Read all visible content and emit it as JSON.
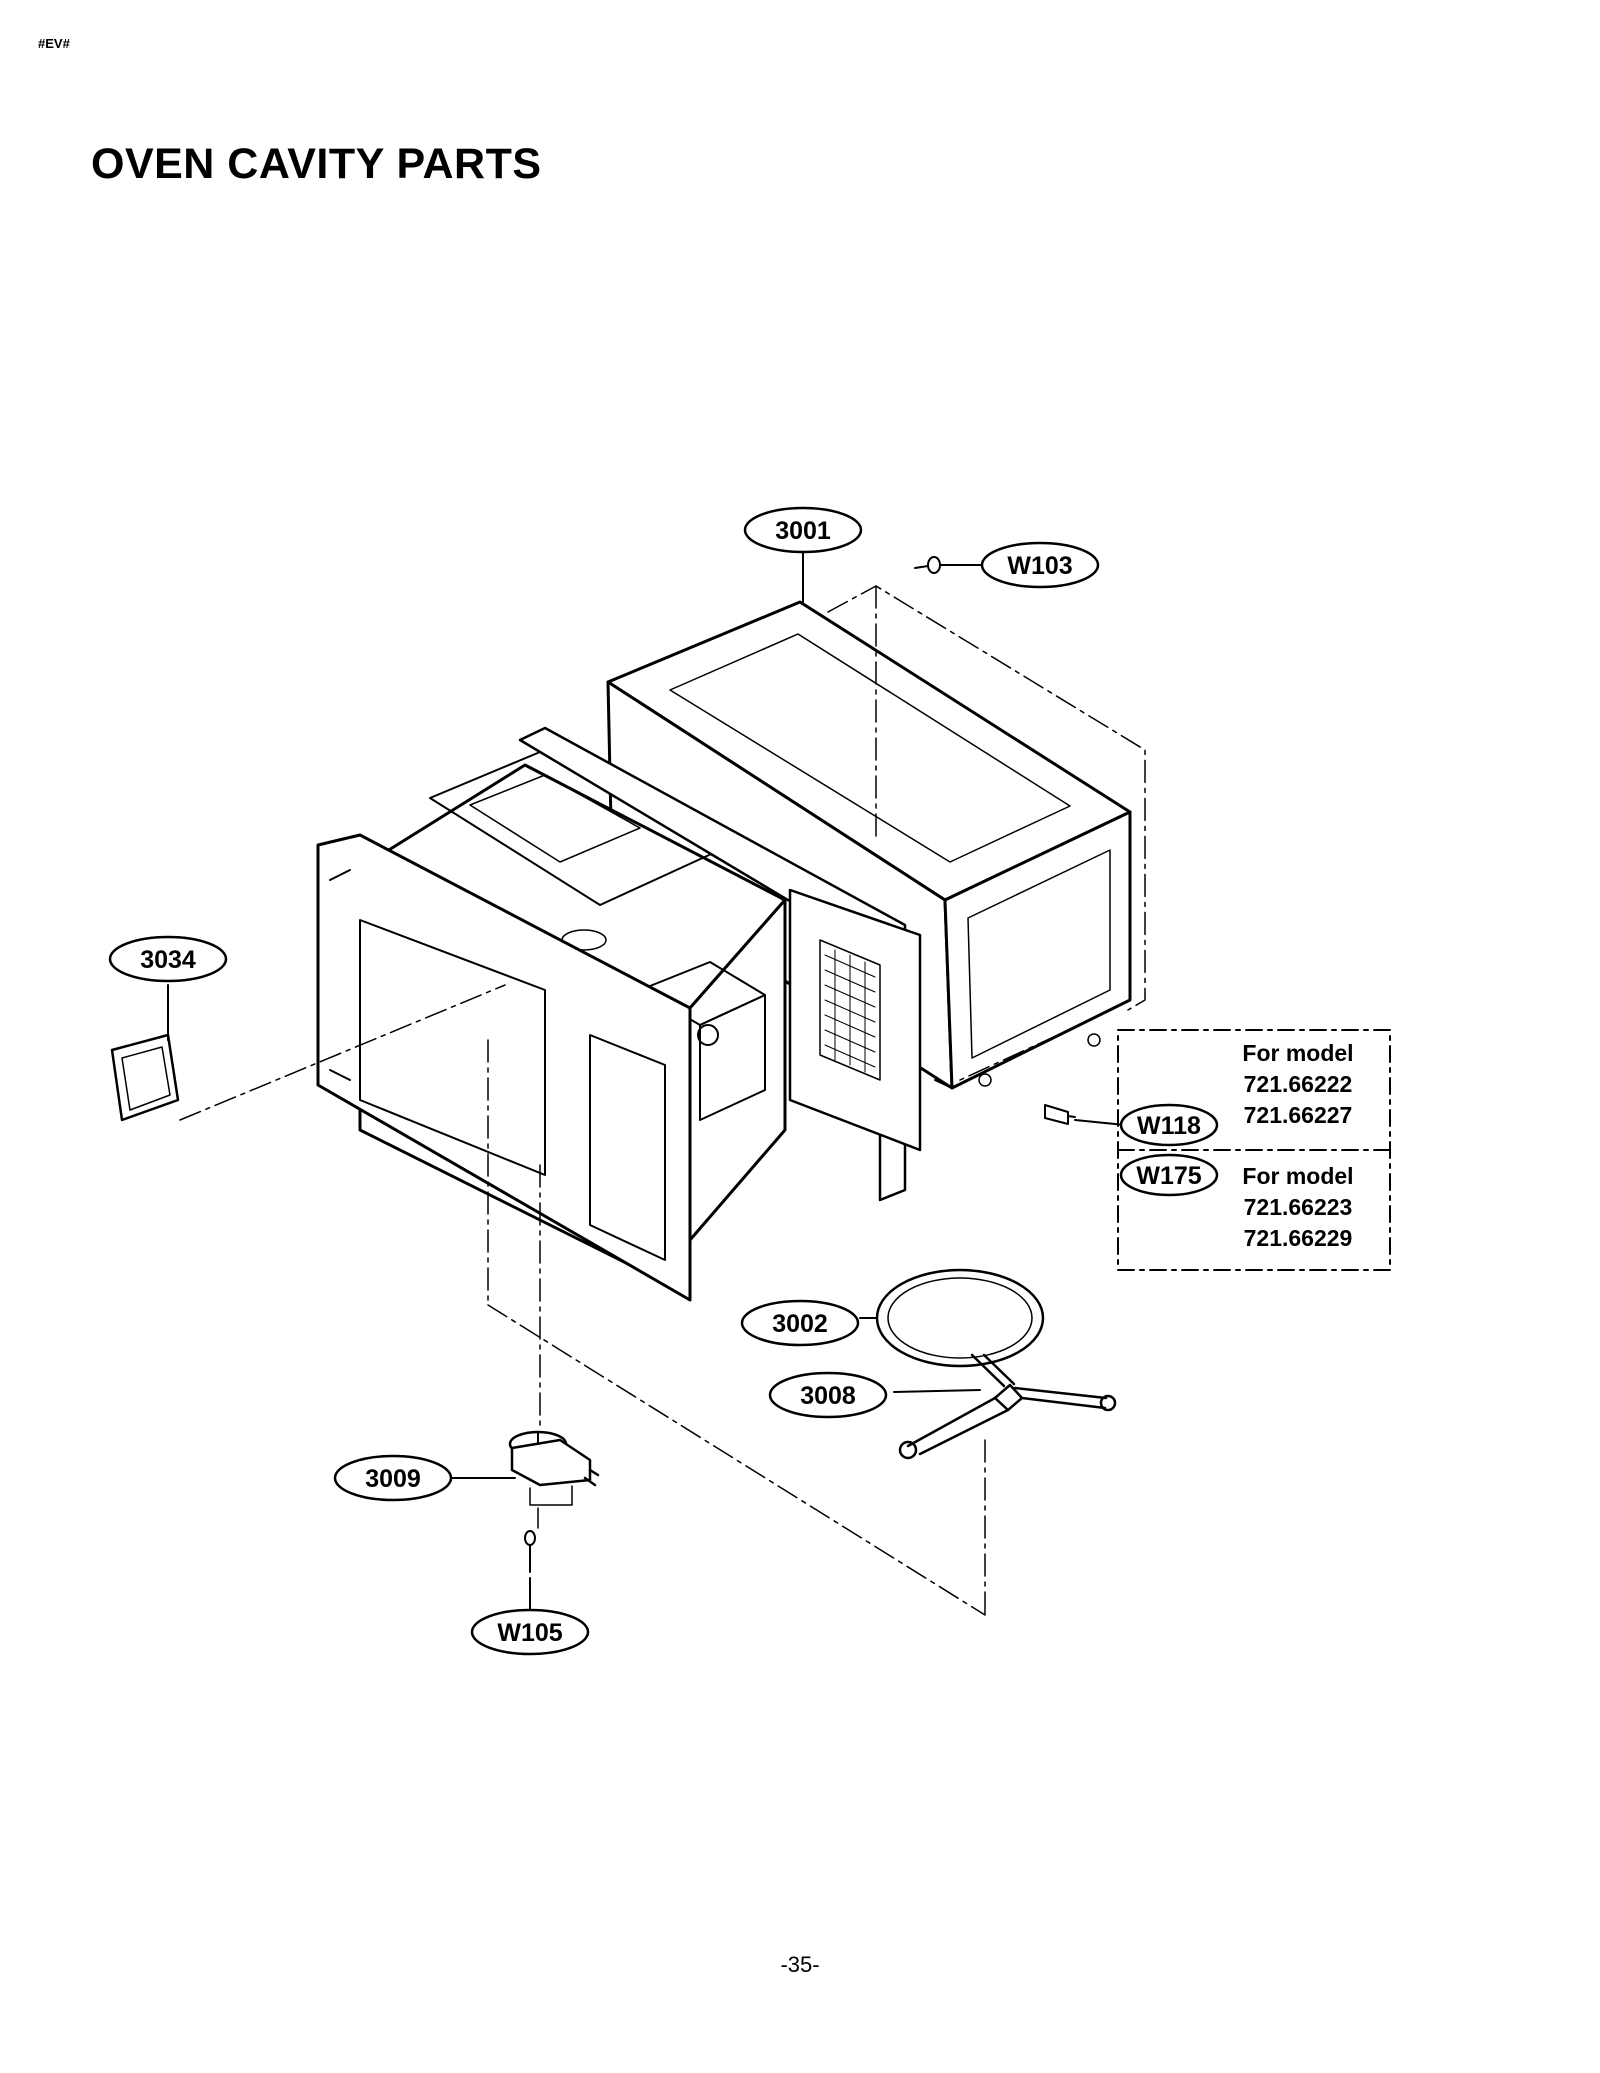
{
  "header": {
    "tag": "#EV#",
    "title": "OVEN CAVITY PARTS"
  },
  "callouts": {
    "c3001": "3001",
    "w103": "W103",
    "c3034": "3034",
    "w118": "W118",
    "w175": "W175",
    "c3002": "3002",
    "c3008": "3008",
    "c3009": "3009",
    "w105": "W105"
  },
  "model_box": {
    "group1": {
      "label": "For model",
      "model_a": "721.66222",
      "model_b": "721.66227"
    },
    "group2": {
      "label": "For model",
      "model_a": "721.66223",
      "model_b": "721.66229"
    }
  },
  "footer": {
    "page_number": "-35-"
  }
}
